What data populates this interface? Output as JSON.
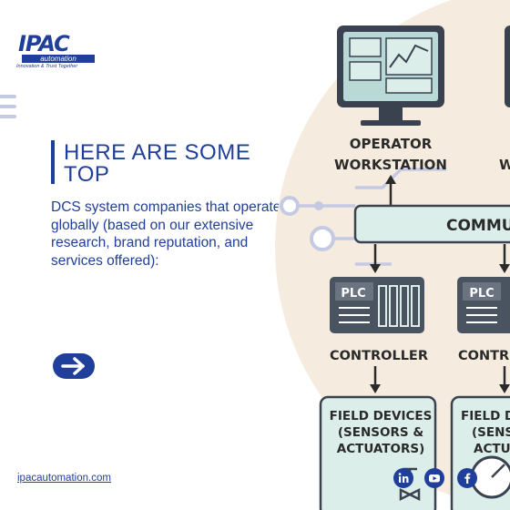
{
  "brand": {
    "name": "IPAC",
    "subtitle": "automation",
    "tagline": "Innovation & Trust Together"
  },
  "heading": {
    "title": "HERE ARE SOME TOP"
  },
  "body": {
    "text": "DCS system companies that operate globally (based on our extensive research, brand reputation, and services offered):"
  },
  "footer": {
    "website": "ipacautomation.com"
  },
  "diagram": {
    "workstation_left": [
      "OPERATOR",
      "WORKSTATION"
    ],
    "workstation_right_partial": "W",
    "comm_bus": "COMMU",
    "plc_label": "PLC",
    "controller_left": "CONTROLLER",
    "controller_right": "CONTR",
    "field_left": [
      "FIELD DEVICES",
      "(SENSORS &",
      "ACTUATORS)"
    ],
    "field_right": [
      "FIELD D",
      "(SENS",
      "ACTUA"
    ]
  },
  "colors": {
    "brand_blue": "#1f3f9a",
    "diagram_bg": "#f5ecdf",
    "bus_fill": "#dceee9",
    "circuit": "#c5cae4"
  },
  "icons": [
    "arrow-right-icon",
    "linkedin-icon",
    "youtube-icon",
    "facebook-icon"
  ]
}
